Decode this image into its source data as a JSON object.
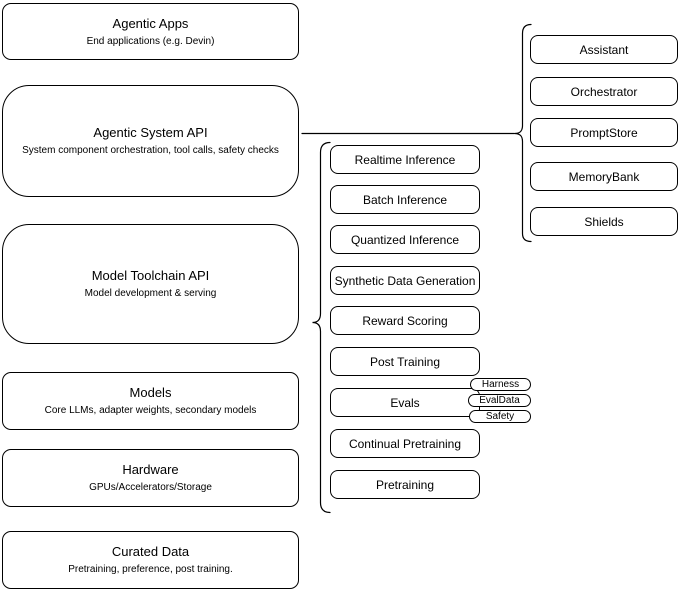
{
  "diagram": {
    "left_column": [
      {
        "title": "Agentic Apps",
        "subtitle": "End applications (e.g. Devin)"
      },
      {
        "title": "Agentic System API",
        "subtitle": "System component orchestration, tool calls, safety checks"
      },
      {
        "title": "Model Toolchain API",
        "subtitle": "Model development & serving"
      },
      {
        "title": "Models",
        "subtitle": "Core LLMs, adapter weights, secondary models"
      },
      {
        "title": "Hardware",
        "subtitle": "GPUs/Accelerators/Storage"
      },
      {
        "title": "Curated Data",
        "subtitle": "Pretraining, preference, post training."
      }
    ],
    "toolchain_items": [
      "Realtime Inference",
      "Batch Inference",
      "Quantized Inference",
      "Synthetic Data Generation",
      "Reward Scoring",
      "Post Training",
      "Evals",
      "Continual Pretraining",
      "Pretraining"
    ],
    "eval_tags": [
      "Harness",
      "EvalData",
      "Safety"
    ],
    "system_components": [
      "Assistant",
      "Orchestrator",
      "PromptStore",
      "MemoryBank",
      "Shields"
    ],
    "colors": {
      "stroke": "#000000",
      "fill": "#ffffff",
      "background": "#ffffff",
      "text": "#000000"
    }
  }
}
